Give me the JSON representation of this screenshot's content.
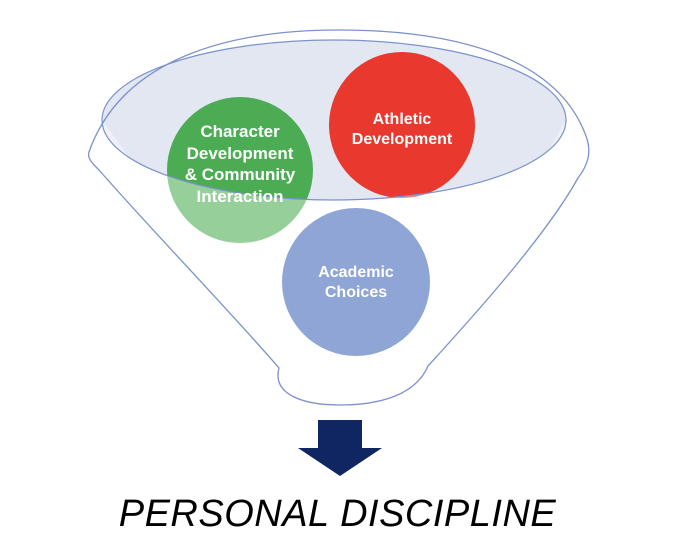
{
  "diagram": {
    "type": "funnel",
    "title": {
      "text": "PERSONAL DISCIPLINE",
      "color": "#000000"
    },
    "funnel": {
      "mouth_fill": "#E3E7F2",
      "outline_color": "#7B92CC",
      "body_fill": "#FFFFFF"
    },
    "circles": [
      {
        "name": "character-development",
        "label": "Character Development & Community Interaction",
        "lines": [
          "Character",
          "Development",
          "& Community",
          "Interaction"
        ],
        "color": "#4CAC54",
        "text_color": "#FFFFFF"
      },
      {
        "name": "athletic-development",
        "label": "Athletic Development",
        "lines": [
          "Athletic",
          "Development"
        ],
        "color": "#E9382E",
        "text_color": "#FFFFFF"
      },
      {
        "name": "academic-choices",
        "label": "Academic Choices",
        "lines": [
          "Academic",
          "Choices"
        ],
        "color": "#8FA5D5",
        "text_color": "#FFFFFF"
      }
    ],
    "arrow": {
      "direction": "down",
      "color": "#0F2663"
    }
  }
}
